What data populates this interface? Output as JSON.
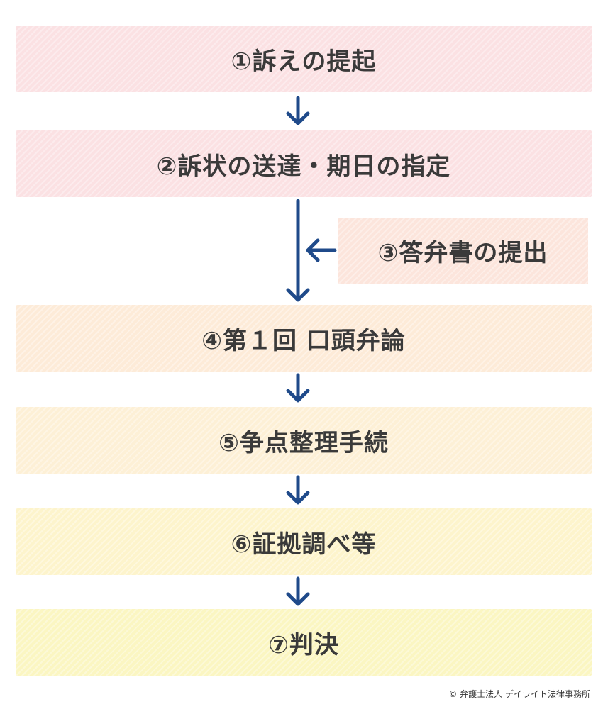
{
  "colors": {
    "arrow": "#1f4a8a",
    "text": "#3a3a3a",
    "step1_bg": "#fbe1e3",
    "step2_bg": "#fbe1e3",
    "step3_bg": "#fce5dc",
    "step4_bg": "#fdebd8",
    "step5_bg": "#fdf0d6",
    "step6_bg": "#fdf4cc",
    "step7_bg": "#fbf6c2"
  },
  "steps": [
    {
      "label": "①訴えの提起"
    },
    {
      "label": "②訴状の送達・期日の指定"
    },
    {
      "label": "④第１回 口頭弁論"
    },
    {
      "label": "⑤争点整理手続"
    },
    {
      "label": "⑥証拠調べ等"
    },
    {
      "label": "⑦判決"
    }
  ],
  "side_step": {
    "label": "③答弁書の提出"
  },
  "footer": {
    "copyright": "© 弁護士法人 デイライト法律事務所"
  }
}
